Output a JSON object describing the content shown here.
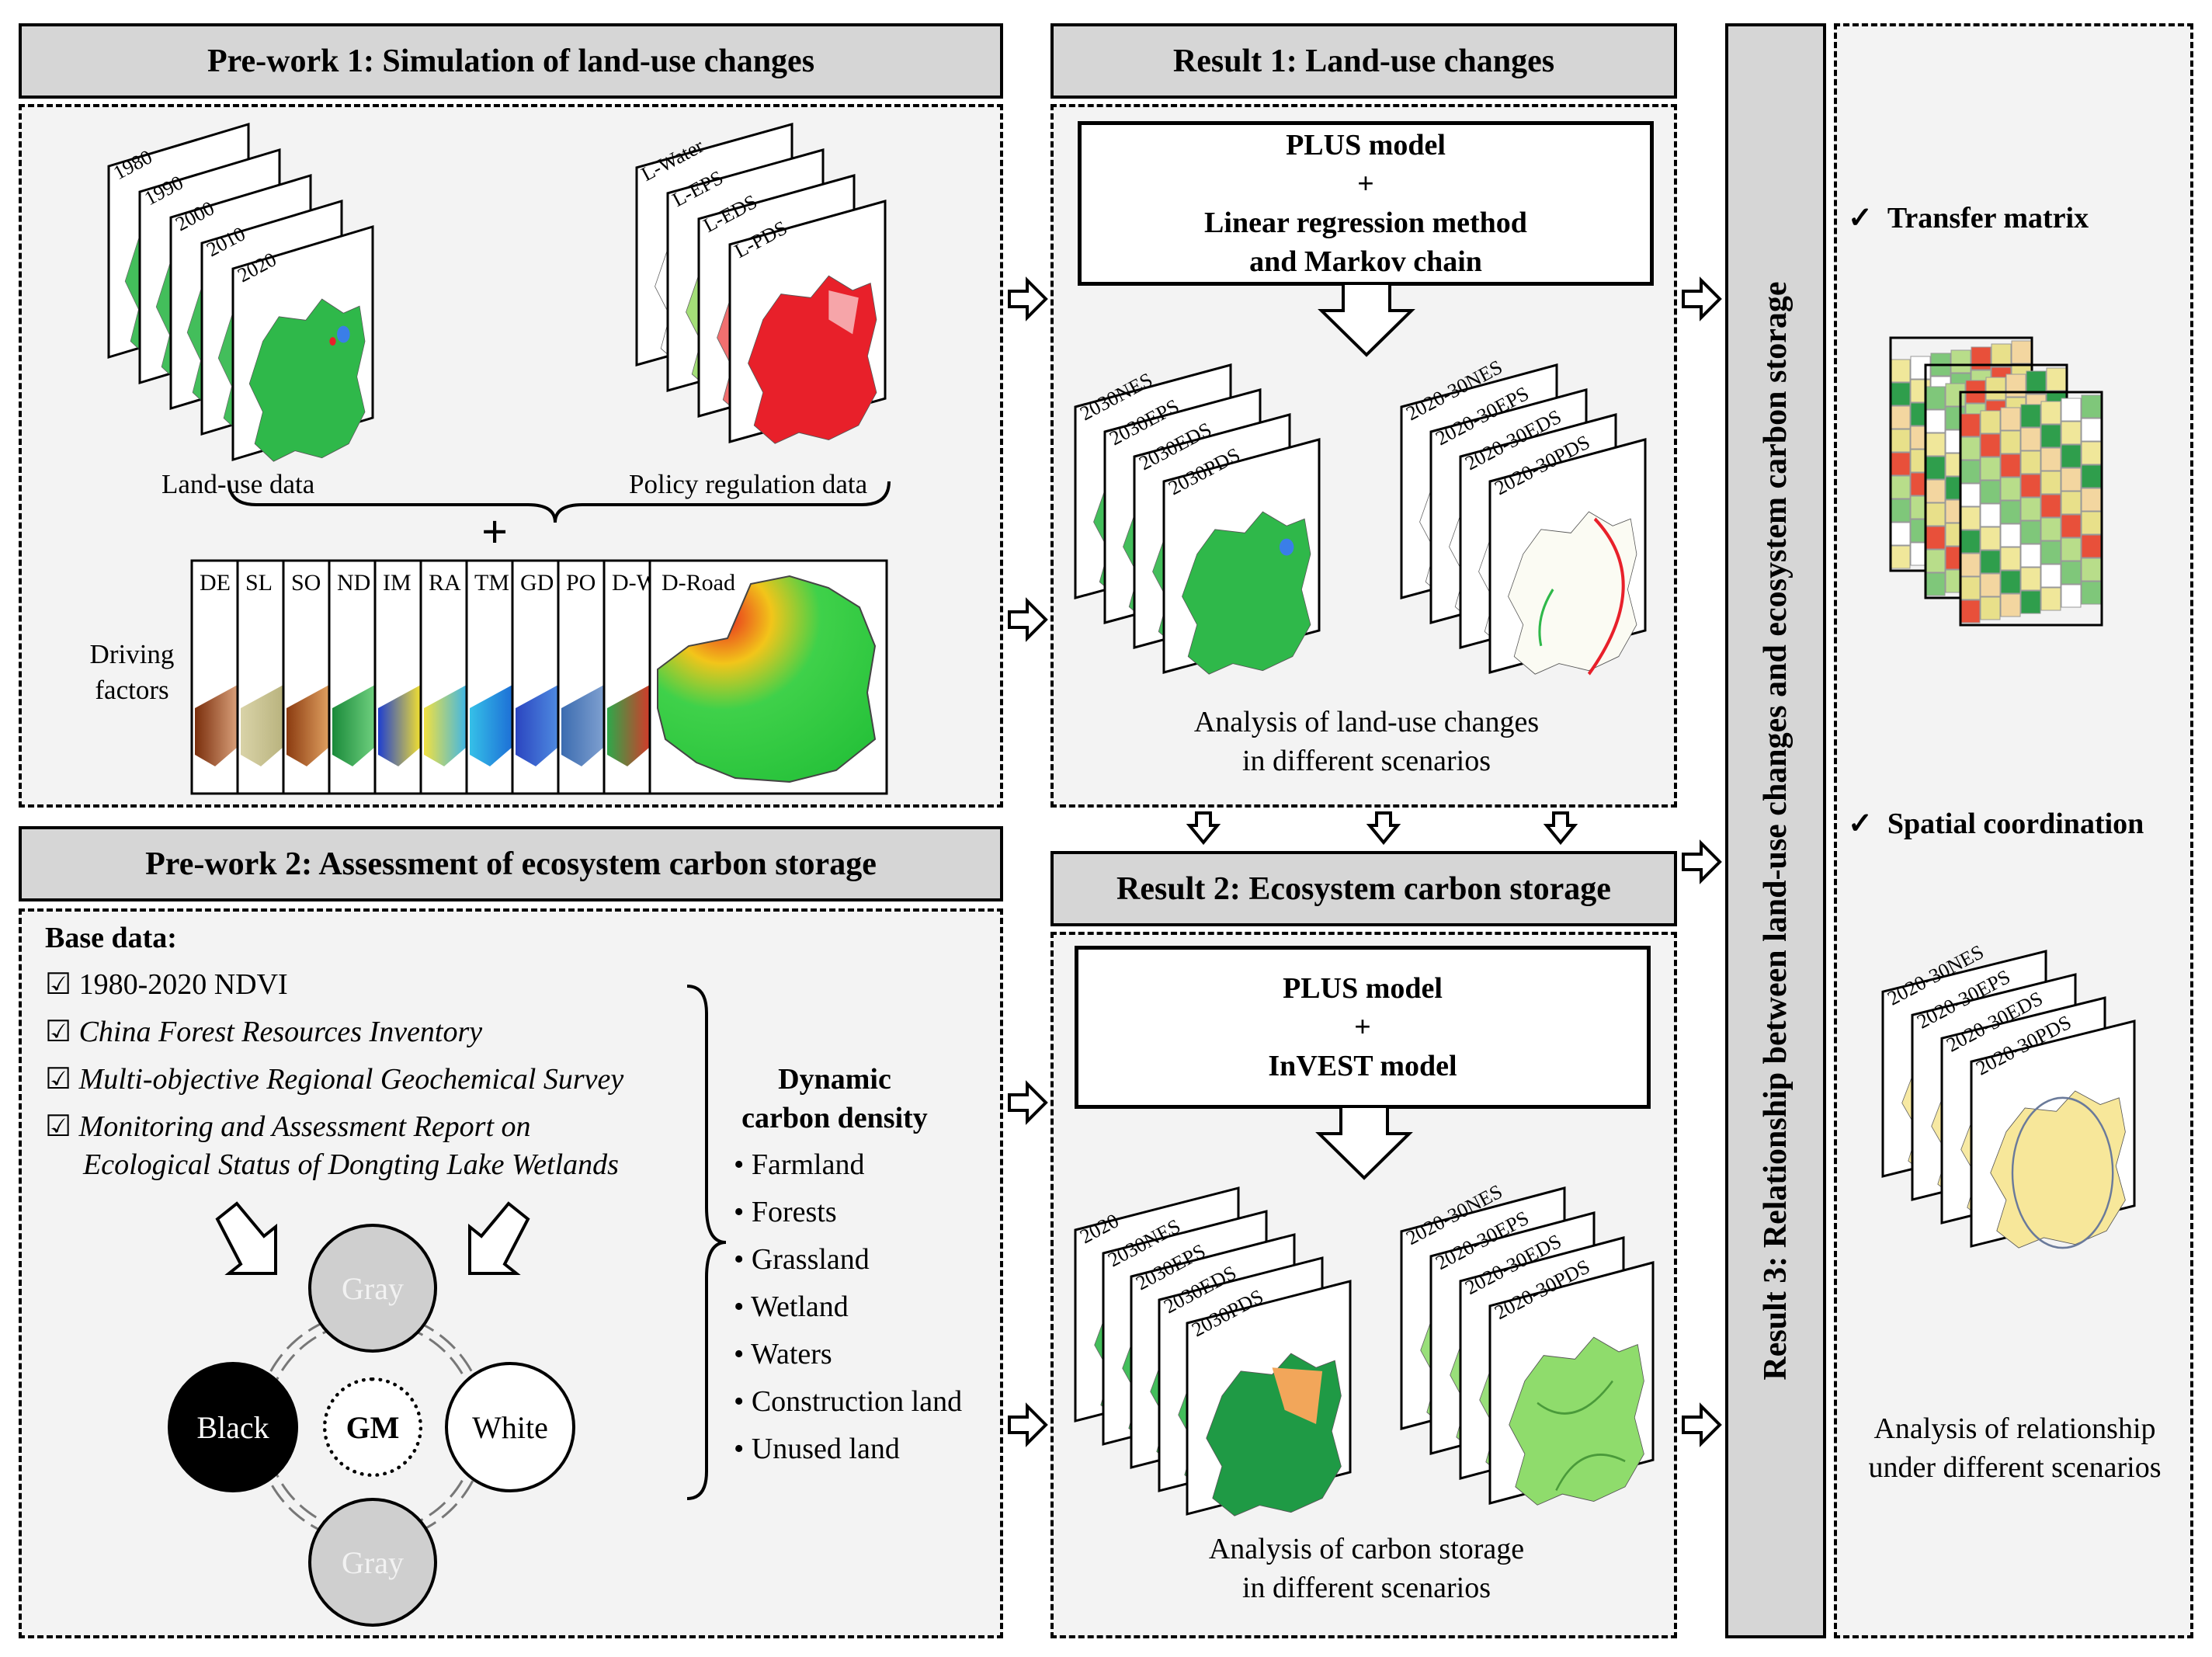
{
  "prework1": {
    "title": "Pre-work 1: Simulation of land-use changes",
    "landuse_years": [
      "1980",
      "1990",
      "2000",
      "2010",
      "2020"
    ],
    "policy_layers": [
      "L-Water",
      "L-EPS",
      "L-EDS",
      "L-PDS"
    ],
    "landuse_label": "Land-use data",
    "policy_label": "Policy regulation data",
    "plus": "+",
    "driving_label_1": "Driving",
    "driving_label_2": "factors",
    "factor_labels": [
      "DE",
      "SL",
      "SO",
      "ND",
      "IM",
      "RA",
      "TM",
      "GD",
      "PO",
      "D-W",
      "D-Road"
    ]
  },
  "prework2": {
    "title": "Pre-work 2: Assessment of ecosystem carbon storage",
    "base_data_label": "Base data:",
    "base_items": [
      "1980-2020 NDVI",
      "China Forest Resources Inventory",
      "Multi-objective Regional Geochemical Survey",
      "Monitoring and Assessment Report on",
      "Ecological Status of Dongting Lake Wetlands"
    ],
    "dynamic_title_1": "Dynamic",
    "dynamic_title_2": "carbon density",
    "carbon_items": [
      "Farmland",
      "Forests",
      "Grassland",
      "Wetland",
      "Waters",
      "Construction land",
      "Unused land"
    ],
    "gm": {
      "top": "Gray",
      "left": "Black",
      "center": "GM",
      "right": "White",
      "bottom": "Gray"
    }
  },
  "result1": {
    "title": "Result 1: Land-use changes",
    "model_line1": "PLUS model",
    "model_line2": "+",
    "model_line3": "Linear regression method",
    "model_line4": "and Markov chain",
    "scenario_maps": [
      "2030NES",
      "2030EPS",
      "2030EDS",
      "2030PDS"
    ],
    "change_maps": [
      "2020-30NES",
      "2020-30EPS",
      "2020-30EDS",
      "2020-30PDS"
    ],
    "caption_1": "Analysis of land-use changes",
    "caption_2": "in different scenarios"
  },
  "result2": {
    "title": "Result 2: Ecosystem carbon storage",
    "model_line1": "PLUS model",
    "model_line2": "+",
    "model_line3": "InVEST model",
    "scenario_maps": [
      "2020",
      "2030NES",
      "2030EPS",
      "2030EDS",
      "2030PDS"
    ],
    "change_maps": [
      "2020-30NES",
      "2020-30EPS",
      "2020-30EDS",
      "2020-30PDS"
    ],
    "caption_1": "Analysis of carbon storage",
    "caption_2": "in different scenarios"
  },
  "result3": {
    "title": "Result 3: Relationship between land-use changes and ecosystem carbon storage",
    "check1": "Transfer matrix",
    "check2": "Spatial coordination",
    "coord_maps": [
      "2020-30NES",
      "2020-30EPS",
      "2020-30EDS",
      "2020-30PDS"
    ],
    "caption_1": "Analysis of relationship",
    "caption_2": "under different scenarios"
  },
  "colors": {
    "header_fill": "#d6d6d6",
    "panel_fill": "#f3f3f3",
    "forest_green": "#2fb84a",
    "policy_red": "#e8202a",
    "carbon_orange": "#f2a65a",
    "coord_yellow": "#f7e79a"
  }
}
